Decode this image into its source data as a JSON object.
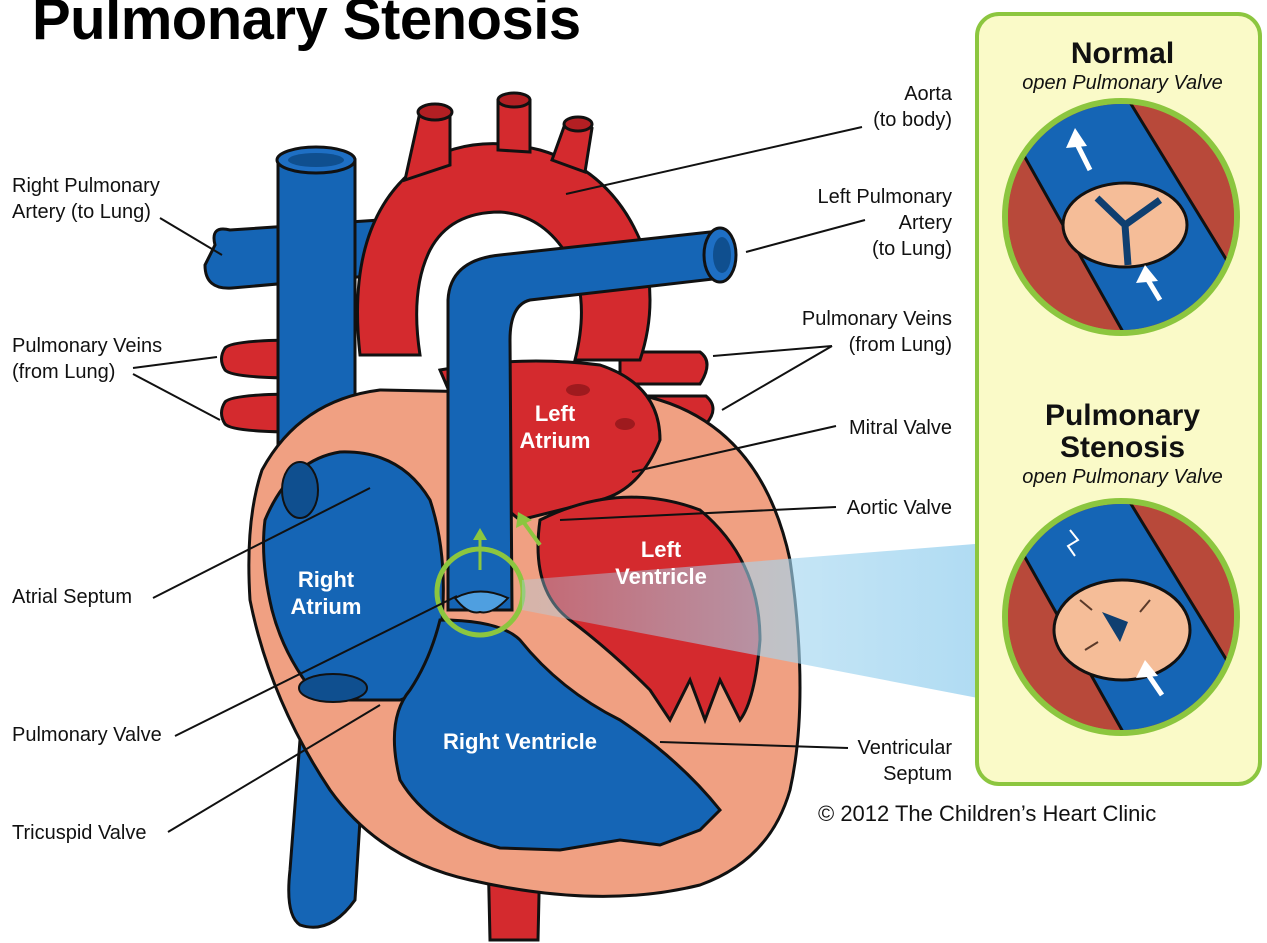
{
  "title": "Pulmonary Stenosis",
  "labels": {
    "right_pulmonary_artery": [
      "Right Pulmonary",
      "Artery (to Lung)"
    ],
    "pulmonary_veins_left": [
      "Pulmonary Veins",
      "(from Lung)"
    ],
    "atrial_septum": "Atrial Septum",
    "pulmonary_valve": "Pulmonary Valve",
    "tricuspid_valve": "Tricuspid Valve",
    "aorta": [
      "Aorta",
      "(to body)"
    ],
    "left_pulmonary_artery": [
      "Left Pulmonary",
      "Artery",
      "(to Lung)"
    ],
    "pulmonary_veins_right": [
      "Pulmonary Veins",
      "(from Lung)"
    ],
    "mitral_valve": "Mitral Valve",
    "aortic_valve": "Aortic Valve",
    "ventricular_septum": [
      "Ventricular",
      "Septum"
    ]
  },
  "chambers": {
    "left_atrium": [
      "Left",
      "Atrium"
    ],
    "left_ventricle": [
      "Left",
      "Ventricle"
    ],
    "right_atrium": [
      "Right",
      "Atrium"
    ],
    "right_ventricle": "Right Ventricle"
  },
  "panel": {
    "normal_title": "Normal",
    "normal_subtitle": "open Pulmonary Valve",
    "stenosis_title": [
      "Pulmonary",
      "Stenosis"
    ],
    "stenosis_subtitle": "open Pulmonary Valve"
  },
  "copyright": "© 2012 The Children’s Heart Clinic",
  "colors": {
    "oxygen_poor_blue": "#1565b5",
    "oxygen_rich_red": "#d42a2e",
    "heart_wall": "#f0a082",
    "panel_background": "#fafac8",
    "panel_border": "#8cc63f",
    "highlight_circle": "#8cc63f"
  }
}
